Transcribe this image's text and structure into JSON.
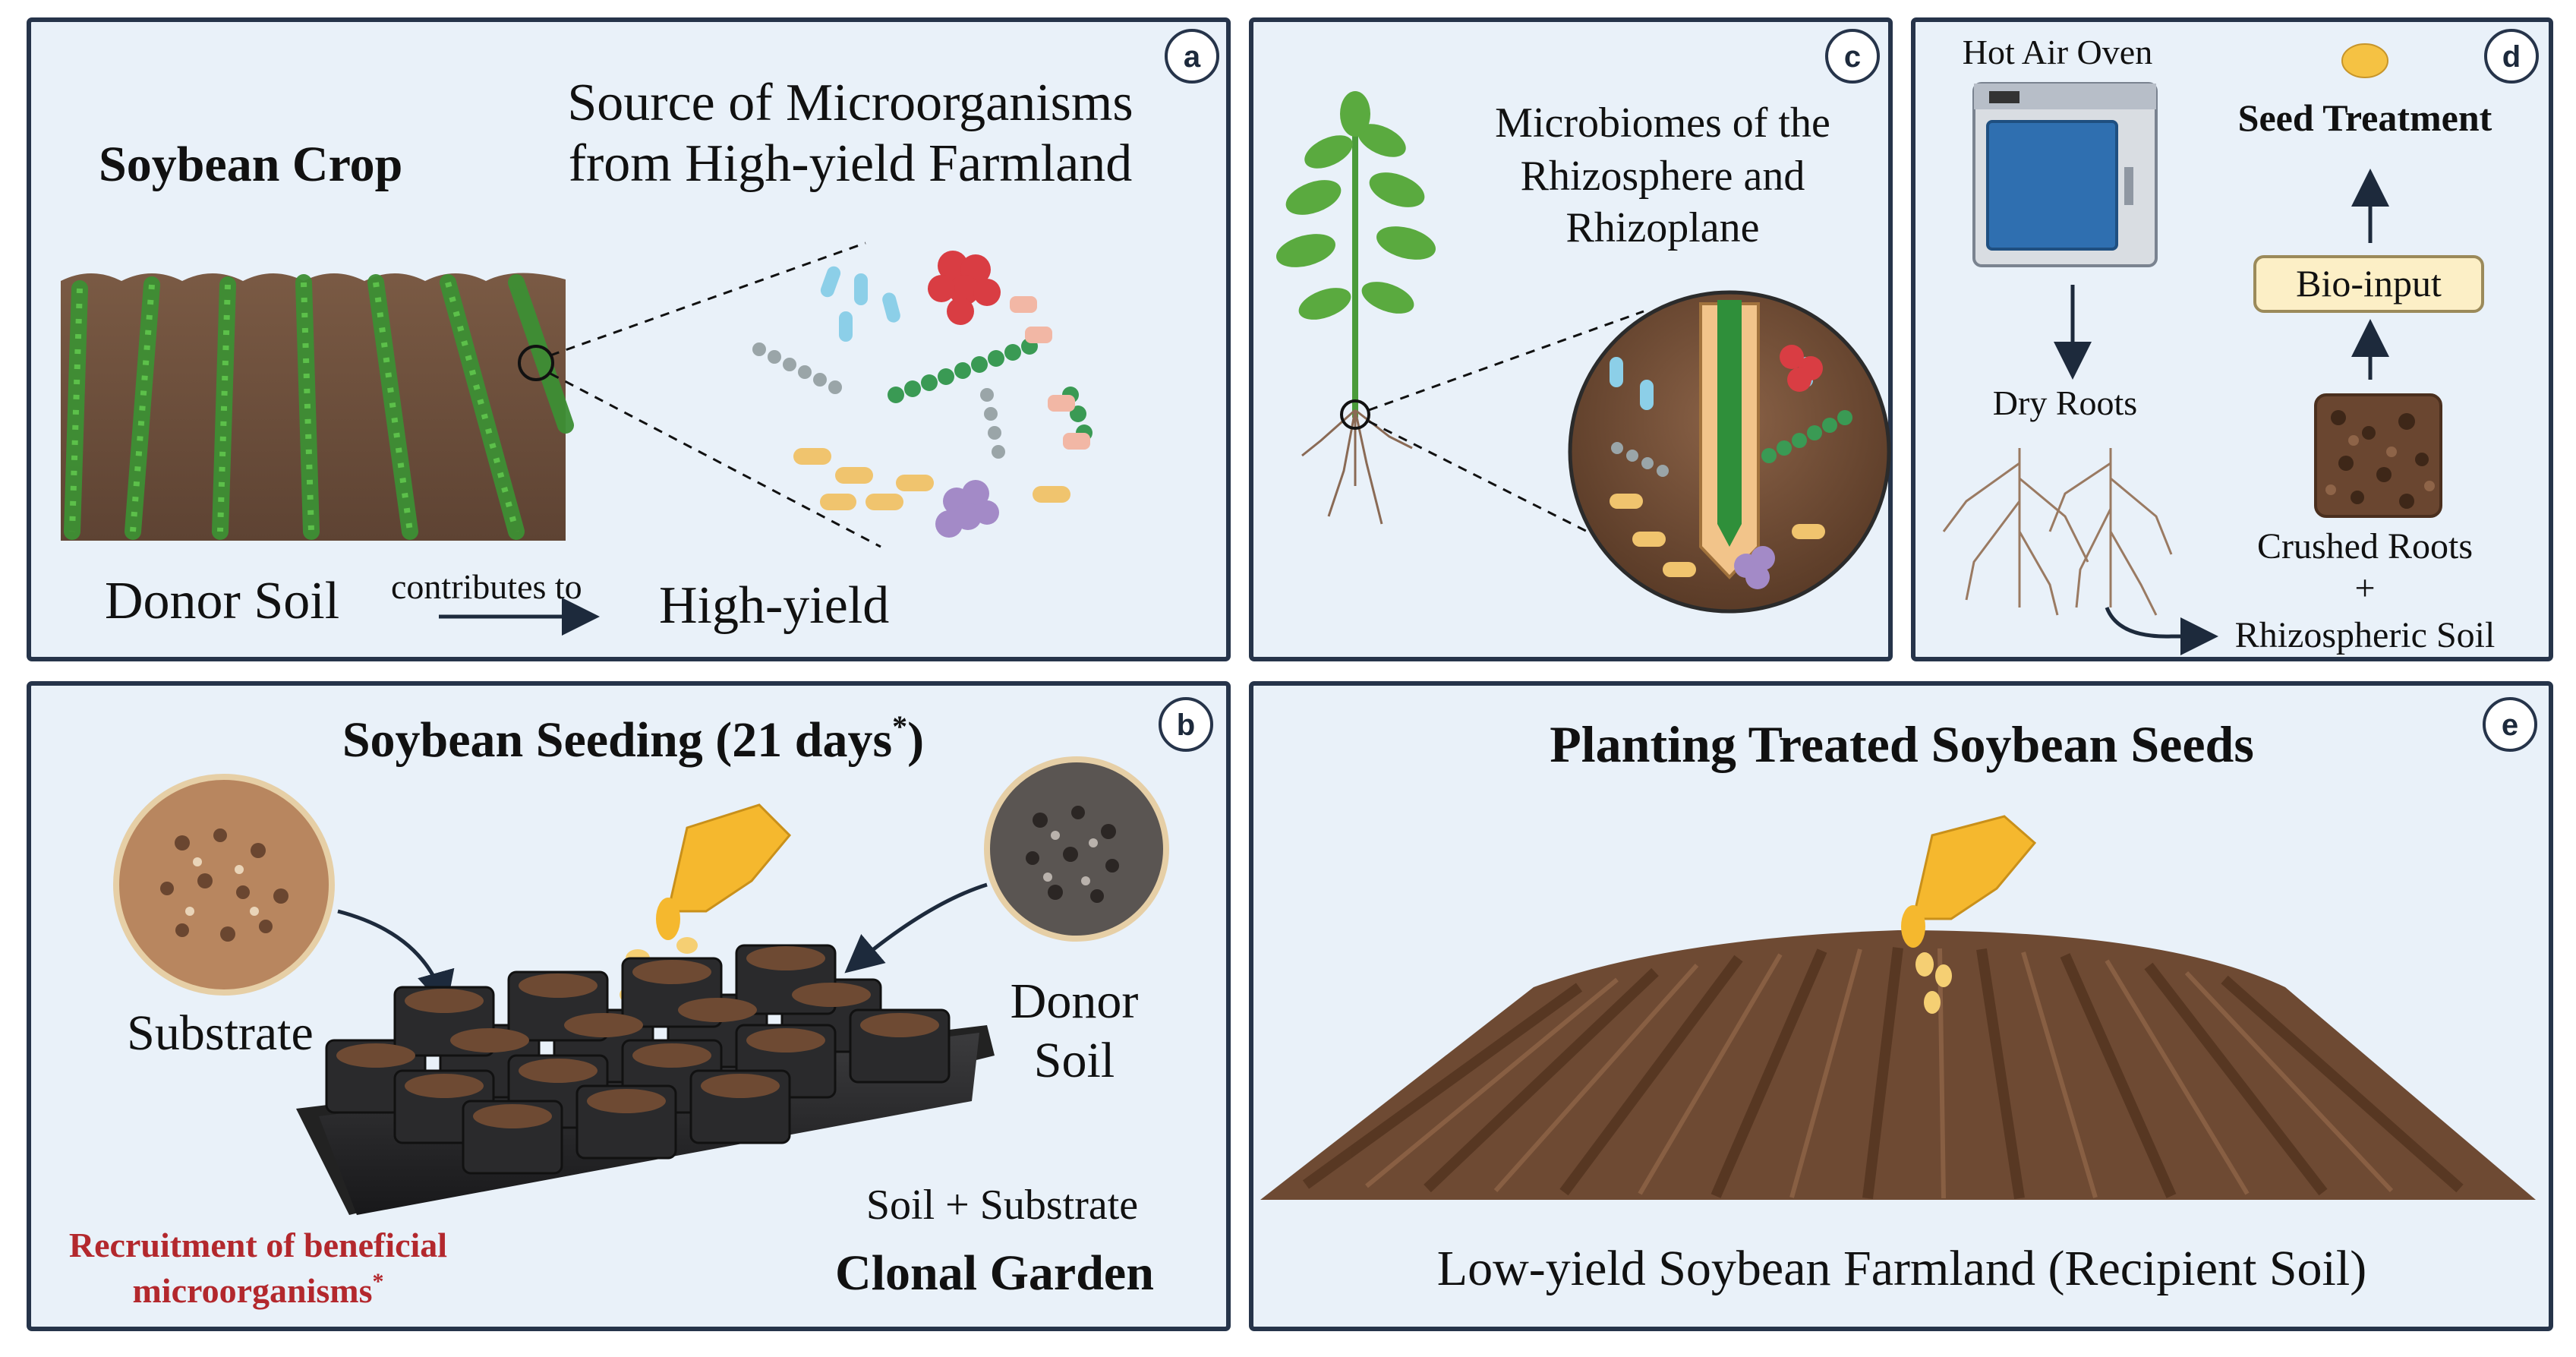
{
  "panels": {
    "a": {
      "letter": "a",
      "title": "Soybean Crop",
      "source_line1": "Source of Microorganisms",
      "source_line2": "from High-yield Farmland",
      "donor": "Donor Soil",
      "contributes": "contributes to",
      "high_yield": "High-yield"
    },
    "b": {
      "letter": "b",
      "title": "Soybean Seeding (21 days",
      "title_star": "*",
      "title_close": ")",
      "substrate": "Substrate",
      "donor_line1": "Donor",
      "donor_line2": "Soil",
      "recruit_line1": "Recruitment of beneficial",
      "recruit_line2": "microorganisms",
      "recruit_star": "*",
      "soil_plus": "Soil + Substrate",
      "clonal": "Clonal Garden"
    },
    "c": {
      "letter": "c",
      "line1": "Microbiomes of the",
      "line2": "Rhizosphere and",
      "line3": "Rhizoplane"
    },
    "d": {
      "letter": "d",
      "oven": "Hot Air Oven",
      "seed_treatment": "Seed Treatment",
      "bio_input": "Bio-input",
      "dry_roots": "Dry Roots",
      "crushed": "Crushed Roots",
      "plus": "+",
      "rhizo": "Rhizospheric Soil"
    },
    "e": {
      "letter": "e",
      "title": "Planting Treated Soybean Seeds",
      "farmland": "Low-yield Soybean Farmland (Recipient Soil)"
    }
  },
  "colors": {
    "panel_bg": "#e9f1f9",
    "border": "#26344a",
    "soil": "#6e4a33",
    "plant": "#3c9a3c",
    "glove": "#f5b82e",
    "accent_red": "#b3282d"
  }
}
